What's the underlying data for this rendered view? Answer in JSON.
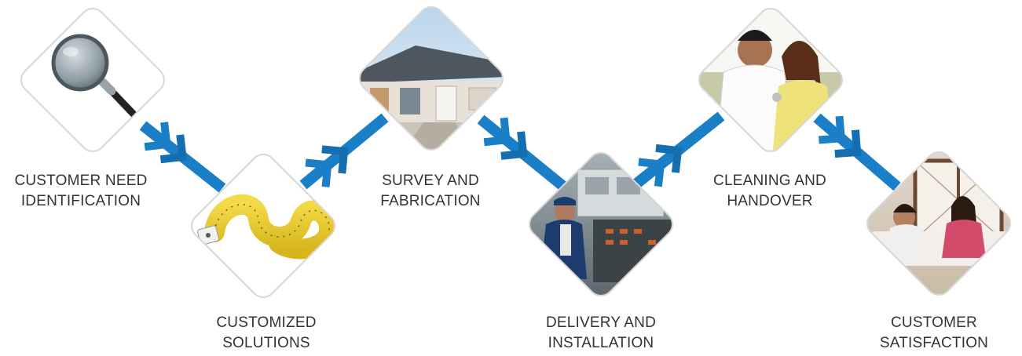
{
  "colors": {
    "arrow": "#1a7fc6",
    "arrow_dark": "#146eb0",
    "tile_border": "#d7d7d7",
    "label_text": "#333333"
  },
  "steps": [
    {
      "line1": "CUSTOMER NEED",
      "line2": "IDENTIFICATION",
      "image": "magnifying-glass"
    },
    {
      "line1": "CUSTOMIZED",
      "line2": "SOLUTIONS",
      "image": "measuring-tape"
    },
    {
      "line1": "SURVEY AND",
      "line2": "FABRICATION",
      "image": "house"
    },
    {
      "line1": "DELIVERY AND",
      "line2": "INSTALLATION",
      "image": "machine-operator"
    },
    {
      "line1": "CLEANING AND",
      "line2": "HANDOVER",
      "image": "couple-with-keys"
    },
    {
      "line1": "CUSTOMER",
      "line2": "SATISFACTION",
      "image": "family-at-window"
    }
  ]
}
